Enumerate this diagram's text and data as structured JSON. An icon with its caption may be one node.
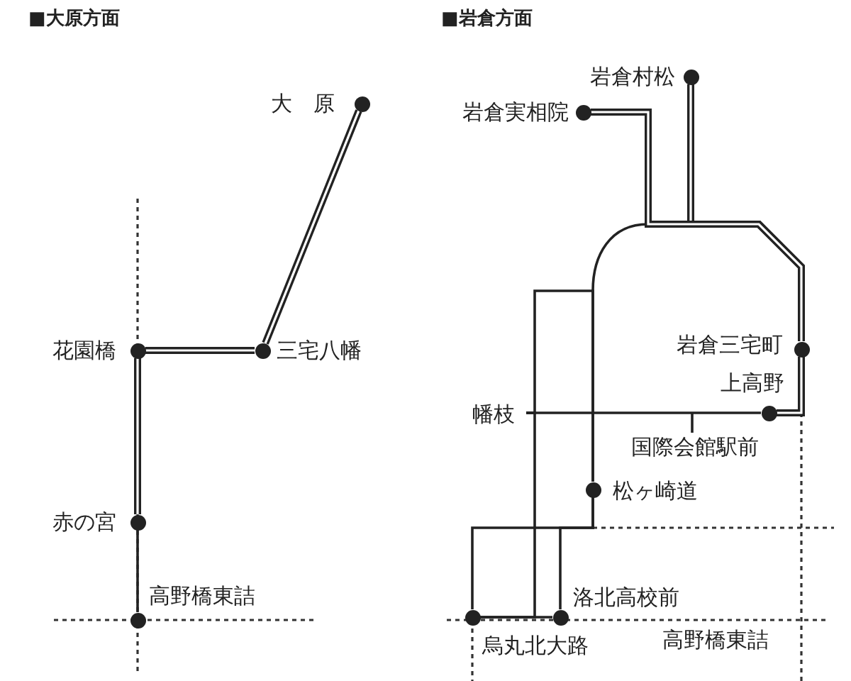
{
  "diagram": {
    "nodes": [
      {
        "text": [],
        "shape": "circle",
        "beside": [
          "大　原"
        ]
      },
      {
        "text": [],
        "shape": "circle",
        "beside": [
          "三宅八幡"
        ]
      },
      {
        "text": [],
        "shape": "circle",
        "beside": [
          "花園橋"
        ]
      },
      {
        "text": [],
        "shape": "circle",
        "beside": [
          "赤の宮"
        ]
      },
      {
        "text": [],
        "shape": "circle",
        "beside": [
          "高野橋東詰"
        ]
      },
      {
        "text": [],
        "shape": "circle",
        "beside": [
          "岩倉村松"
        ]
      },
      {
        "text": [],
        "shape": "circle",
        "beside": [
          "岩倉実相院"
        ]
      },
      {
        "text": [],
        "shape": "circle",
        "beside": [
          "岩倉三宅町"
        ]
      },
      {
        "text": [],
        "shape": "circle",
        "beside": [
          "上高野"
        ]
      },
      {
        "text": [
          "幡枝"
        ]
      },
      {
        "text": [
          "国際会館駅前"
        ]
      },
      {
        "text": [],
        "shape": "circle",
        "beside": [
          "松ヶ崎道"
        ]
      },
      {
        "text": [],
        "shape": "circle",
        "beside": [
          "洛北高校前"
        ]
      },
      {
        "text": [],
        "shape": "circle",
        "beside": [
          "烏丸北大路"
        ]
      }
    ],
    "edges": [
      {
        "from": 0,
        "to": 1,
        "arrow": "none",
        "style": "thick"
      },
      {
        "from": 1,
        "to": 2,
        "arrow": "none",
        "style": "thick"
      },
      {
        "from": 2,
        "to": 3,
        "arrow": "none",
        "style": "thick"
      },
      {
        "from": 3,
        "to": 4,
        "arrow": "none"
      },
      {
        "from": 5,
        "to": 7,
        "arrow": "none",
        "style": "thick"
      },
      {
        "from": 6,
        "to": 7,
        "arrow": "none",
        "style": "thick"
      },
      {
        "from": 7,
        "to": 8,
        "arrow": "none",
        "style": "thick"
      },
      {
        "from": 8,
        "to": 9,
        "arrow": "none"
      },
      {
        "from": 10,
        "to": null,
        "arrow": "none"
      },
      {
        "from": 6,
        "to": 11,
        "arrow": "none"
      },
      {
        "from": 9,
        "to": 11,
        "arrow": "none"
      },
      {
        "from": 9,
        "to": 13,
        "arrow": "none"
      },
      {
        "from": 11,
        "to": 13,
        "arrow": "none"
      },
      {
        "from": 11,
        "to": 12,
        "arrow": "none"
      },
      {
        "from": 13,
        "to": 12,
        "arrow": "none"
      }
    ],
    "labels": [
      "■大原方面",
      "■岩倉方面",
      "高野橋東詰"
    ]
  }
}
